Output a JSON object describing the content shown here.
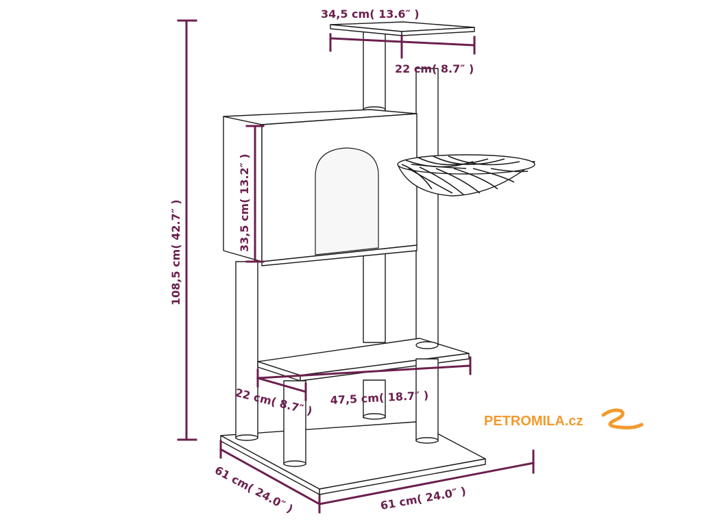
{
  "colors": {
    "dimension": "#6b1f4e",
    "outline": "#1b1b1b",
    "brand": "#f29a2e"
  },
  "dimensions": {
    "top_width": "34,5 cm( 13.6″ )",
    "top_depth": "22 cm( 8.7″ )",
    "total_height": "108,5 cm( 42.7″ )",
    "house_height": "33,5 cm( 13.2″ )",
    "platform_depth": "22 cm( 8.7″ )",
    "platform_width": "47,5 cm( 18.7″ )",
    "base_depth": "61 cm( 24.0″ )",
    "base_width": "61 cm( 24.0″ )"
  },
  "brand": {
    "logo_text": "PETROMILA.cz",
    "logo_icon": "swirl-icon"
  }
}
